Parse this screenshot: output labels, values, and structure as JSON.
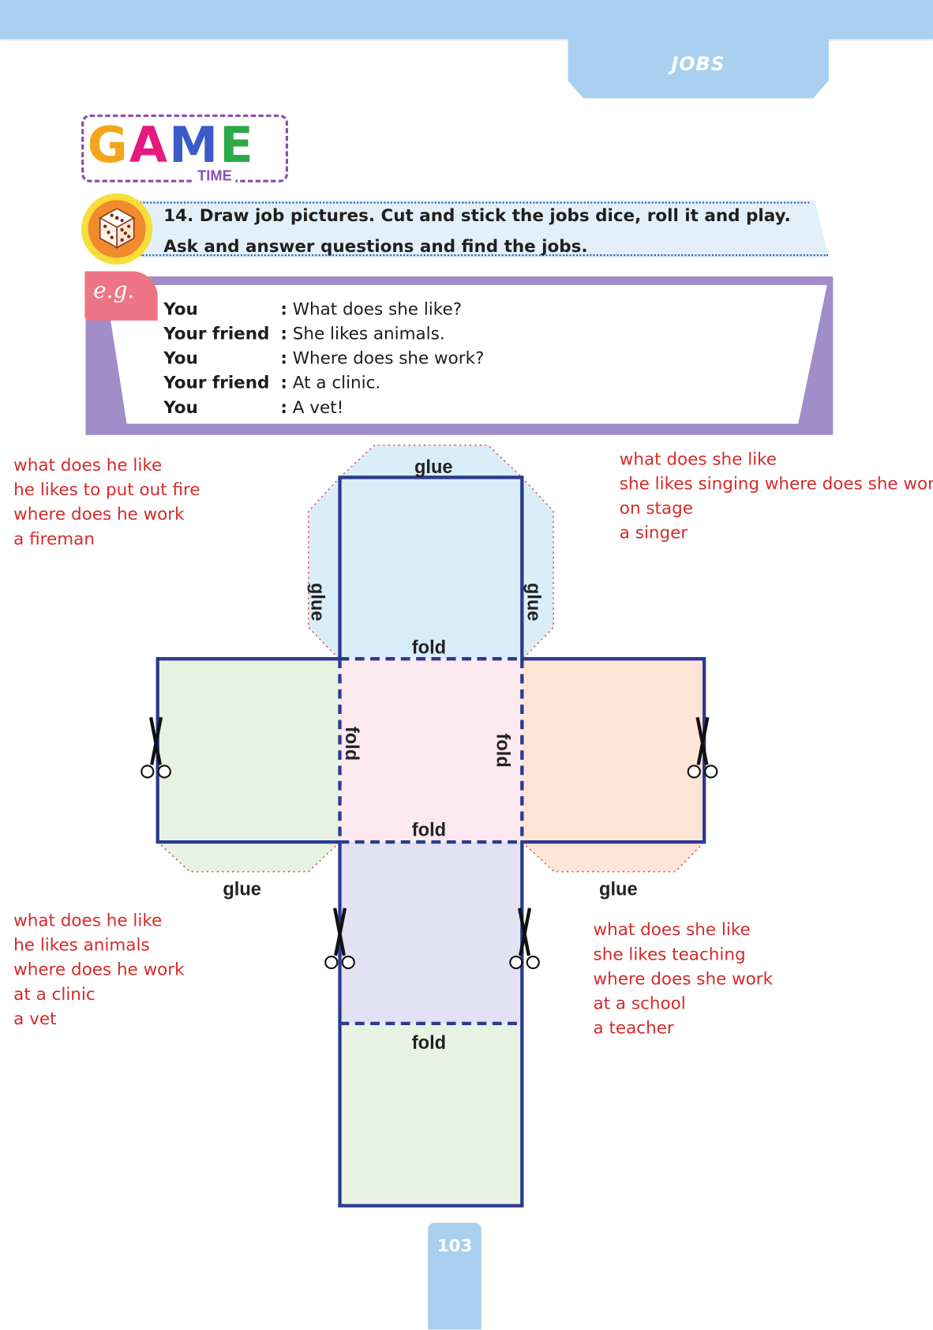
{
  "header": {
    "section_tab": "JOBS"
  },
  "game_logo": {
    "letters": [
      "G",
      "A",
      "M",
      "E"
    ],
    "sub": "TIME",
    "letter_colors": [
      "#f4a51c",
      "#e6197e",
      "#3a5bc7",
      "#2aa84a"
    ]
  },
  "instruction": {
    "number": "14.",
    "line1": "Draw job pictures. Cut and stick the jobs dice, roll it and play.",
    "line2": "Ask and answer questions and find the jobs.",
    "icon": "dice-icon"
  },
  "example": {
    "badge": "e.g.",
    "lines": [
      {
        "speaker": "You",
        "text": "What does she like?"
      },
      {
        "speaker": "Your friend",
        "text": "She likes animals."
      },
      {
        "speaker": "You",
        "text": "Where does she work?"
      },
      {
        "speaker": "Your friend",
        "text": "At a clinic."
      },
      {
        "speaker": "You",
        "text": "A vet!"
      }
    ]
  },
  "dice_net": {
    "labels": {
      "glue": "glue",
      "fold": "fold"
    },
    "face_colors": {
      "top": "#d9ecf9",
      "left": "#e6f3e3",
      "center": "#fce8ef",
      "right": "#fde5d6",
      "lower": "#e2e2f2",
      "bottom": "#e8f3e3",
      "outline": "#2b3a8f"
    }
  },
  "notes": {
    "top_left": [
      "what does he like",
      "he likes to put out fire",
      "where does he work",
      "a fireman"
    ],
    "top_right": [
      "what does she like",
      "she likes singing where does she work",
      "on stage",
      "a singer"
    ],
    "bottom_left": [
      "what does he like",
      "he likes animals",
      "where does he work",
      "at a clinic",
      "a vet"
    ],
    "bottom_right": [
      "what does she like",
      "she likes teaching",
      "where does she work",
      "at a school",
      "a teacher"
    ]
  },
  "footer": {
    "page_number": "103"
  }
}
